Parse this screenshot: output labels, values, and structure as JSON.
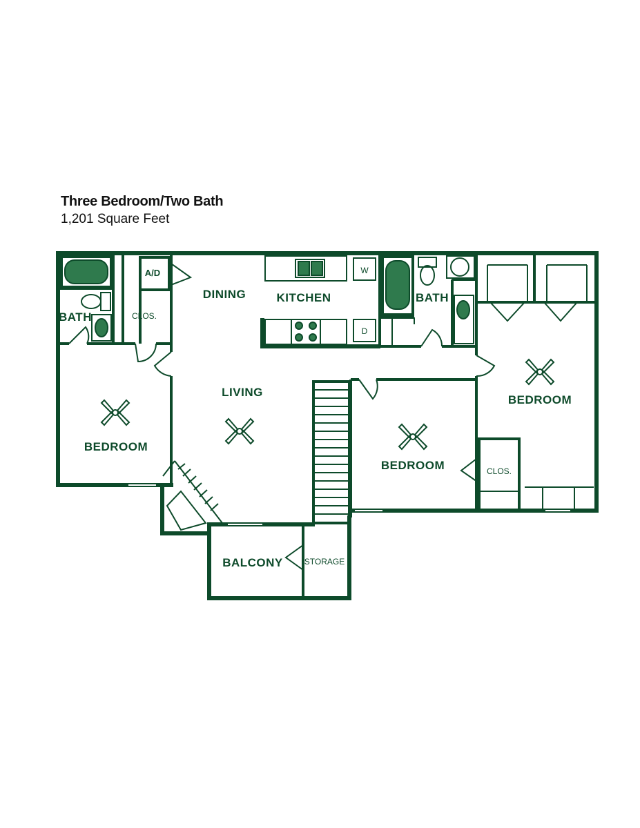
{
  "header": {
    "title": "Three Bedroom/Two Bath",
    "subtitle": "1,201 Square Feet"
  },
  "rooms": {
    "bath_left": "BATH",
    "closet_left": "CLOS.",
    "dining": "DINING",
    "kitchen": "KITCHEN",
    "bath_right": "BATH",
    "living": "LIVING",
    "bedroom_left": "BEDROOM",
    "bedroom_middle": "BEDROOM",
    "bedroom_right": "BEDROOM",
    "closet_middle": "CLOS.",
    "balcony": "BALCONY",
    "storage": "STORAGE"
  },
  "appliances": {
    "washer_dryer_stack": "A/D",
    "washer": "W",
    "dryer": "D"
  },
  "colors": {
    "wall": "#0d4a2a",
    "fixture_fill": "#2f7a4d"
  }
}
